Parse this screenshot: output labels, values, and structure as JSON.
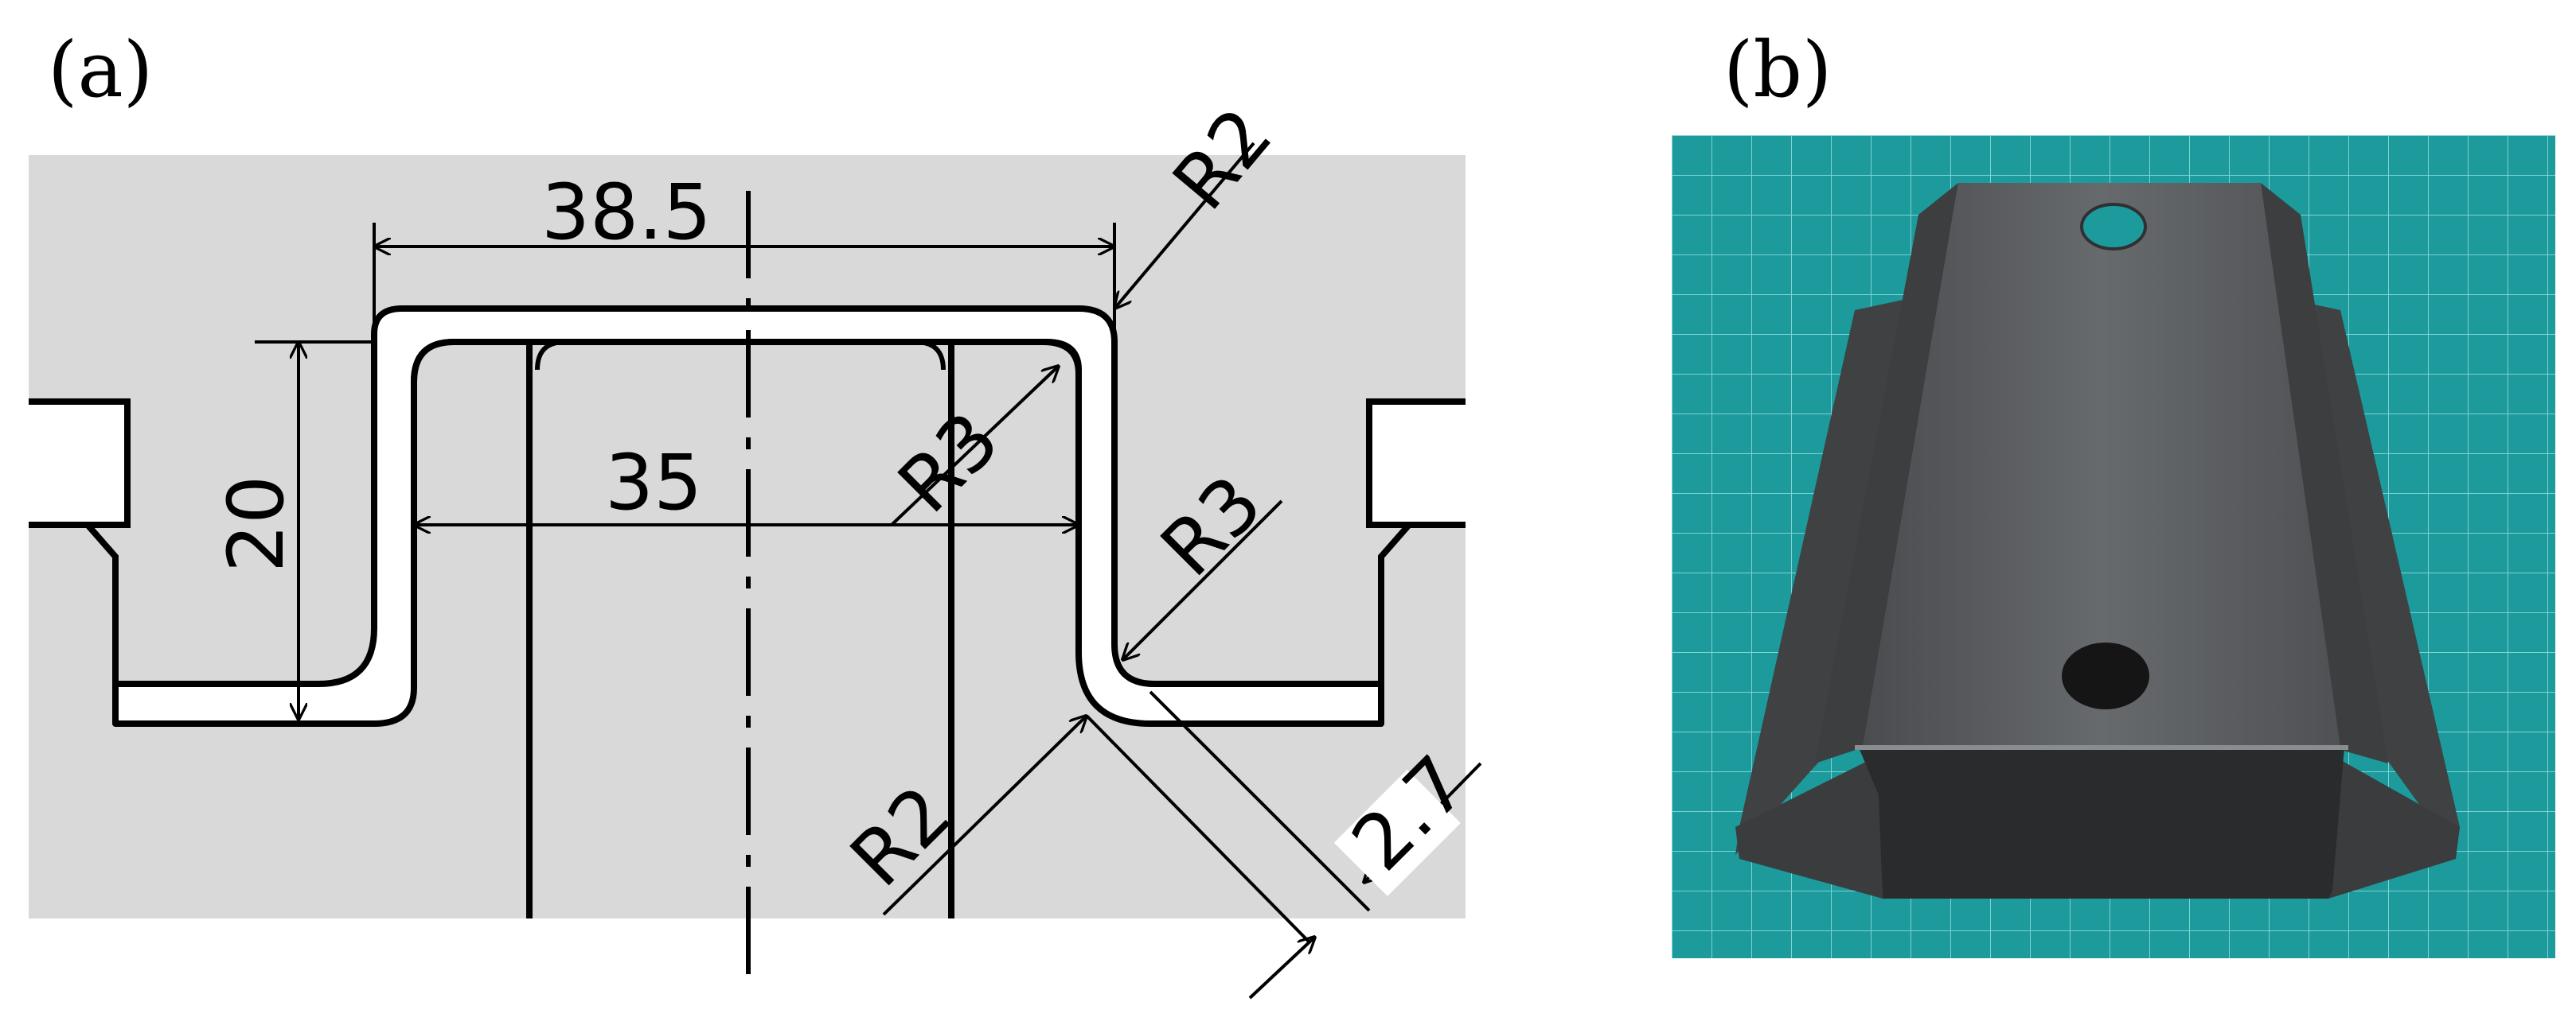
{
  "panels": {
    "a": {
      "label": "(a)"
    },
    "b": {
      "label": "(b)"
    }
  },
  "dimensions": {
    "width_outer": "38.5",
    "width_inner": "35",
    "height": "20",
    "radius_top_outer": "R2",
    "radius_top_inner": "R3",
    "radius_bottom_outer": "R3",
    "radius_bottom_inner": "R2",
    "thickness": "2.7"
  },
  "colors": {
    "die_fill": "#d9d9d9",
    "line": "#000000",
    "mat_teal": "#1c9a9c",
    "grid_line": "#7fd3d3",
    "part_gray": "#55575a"
  }
}
